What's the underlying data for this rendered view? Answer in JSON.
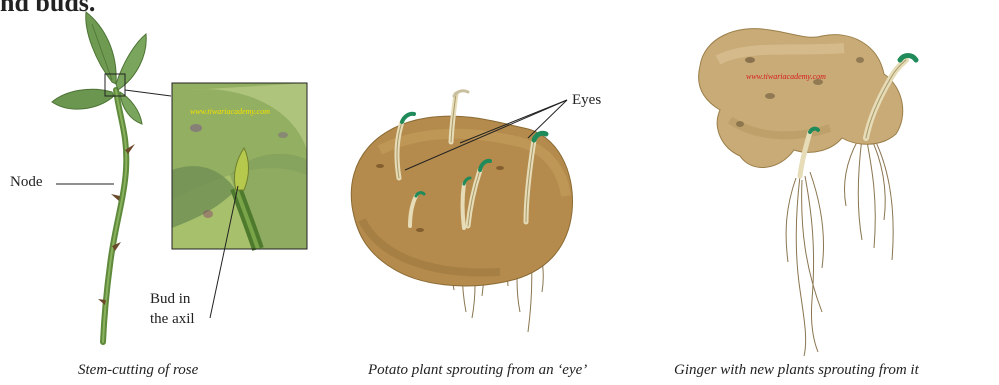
{
  "clipped_heading": "nd buds.",
  "panels": {
    "rose": {
      "caption": "Stem-cutting of rose",
      "label_node": "Node",
      "label_bud_line1": "Bud in",
      "label_bud_line2": "the axil",
      "watermark": "www.tiwariacademy.com"
    },
    "potato": {
      "caption": "Potato plant sprouting from an ‘eye’",
      "label_eyes": "Eyes"
    },
    "ginger": {
      "caption": "Ginger with new plants sprouting  from it",
      "watermark": "www.tiwariacademy.com"
    }
  },
  "colors": {
    "leaf": "#6f9a52",
    "stem": "#5f8a3c",
    "potato": "#b28a4e",
    "ginger": "#c9ab78",
    "root": "#8a7550",
    "sprout_tip": "#1f8a5a",
    "watermark_yellow": "#f2e200",
    "watermark_red": "#d61c1c"
  }
}
